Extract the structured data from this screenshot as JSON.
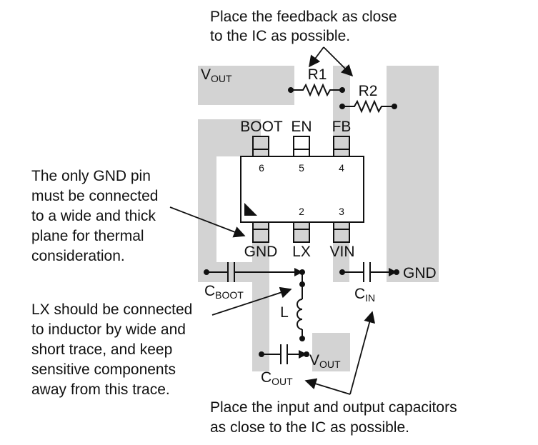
{
  "notes": {
    "feedback": [
      "Place the feedback as close",
      "to the IC as possible."
    ],
    "gnd": [
      "The only GND pin",
      "must be connected",
      "to a wide and thick",
      "plane for thermal",
      "consideration."
    ],
    "lx": [
      "LX should be connected",
      "to inductor by wide and",
      "short trace, and keep",
      "sensitive components",
      "away from this trace."
    ],
    "caps": [
      "Place the input and output capacitors",
      "as close to the IC as possible."
    ]
  },
  "pins_top": [
    {
      "name": "BOOT",
      "number": "6"
    },
    {
      "name": "EN",
      "number": "5"
    },
    {
      "name": "FB",
      "number": "4"
    }
  ],
  "pins_bottom": [
    {
      "name": "GND",
      "number": ""
    },
    {
      "name": "LX",
      "number": "2"
    },
    {
      "name": "VIN",
      "number": "3"
    }
  ],
  "components": {
    "r1": "R1",
    "r2": "R2",
    "inductor": "L",
    "cboot": {
      "main": "C",
      "sub": "BOOT"
    },
    "cin": {
      "main": "C",
      "sub": "IN"
    },
    "cout": {
      "main": "C",
      "sub": "OUT"
    }
  },
  "nets": {
    "vout_top": {
      "main": "V",
      "sub": "OUT"
    },
    "vout_bottom": {
      "main": "V",
      "sub": "OUT"
    },
    "gnd_right": "GND"
  },
  "colors": {
    "copper": "#d3d3d3",
    "ink": "#111111"
  }
}
